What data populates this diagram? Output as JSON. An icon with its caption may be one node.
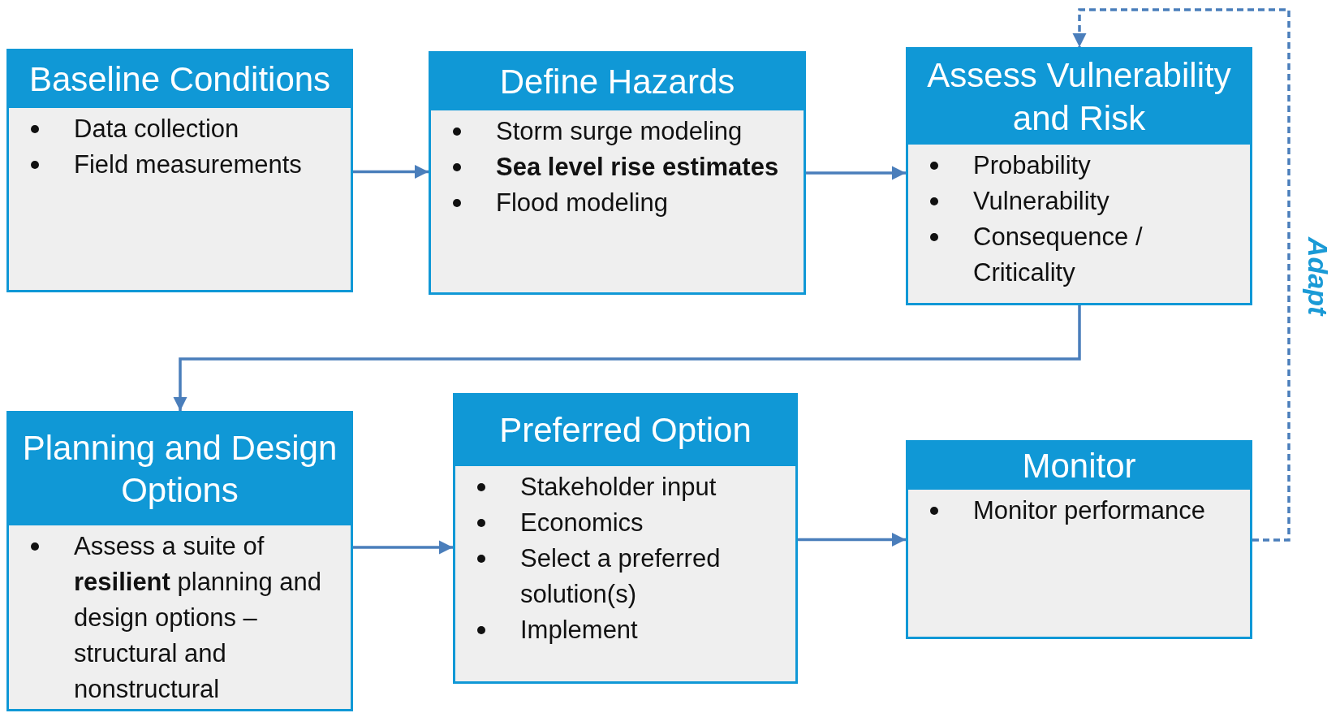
{
  "diagram": {
    "nodes": [
      {
        "text": [
          "Baseline Conditions",
          "Data collection",
          "Field measurements"
        ]
      },
      {
        "text": [
          "Define Hazards",
          "Storm surge modeling",
          "**Sea level rise estimates**",
          "Flood modeling"
        ]
      },
      {
        "text": [
          "Assess Vulnerability and Risk",
          "Probability",
          "Vulnerability",
          "Consequence / Criticality"
        ]
      },
      {
        "text": [
          "Planning and Design Options",
          "Assess a suite of **resilient** planning and design options – structural and nonstructural"
        ]
      },
      {
        "text": [
          "Preferred Option",
          "Stakeholder input",
          "Economics",
          "Select a preferred solution(s)",
          "Implement"
        ]
      },
      {
        "text": [
          "Monitor",
          "Monitor performance"
        ]
      }
    ],
    "edges": [
      {
        "from": 0,
        "to": 1,
        "arrow": "to"
      },
      {
        "from": 1,
        "to": 2,
        "arrow": "to"
      },
      {
        "from": 2,
        "to": 3,
        "arrow": "to"
      },
      {
        "from": 3,
        "to": 4,
        "arrow": "to"
      },
      {
        "from": 4,
        "to": 5,
        "arrow": "to"
      },
      {
        "from": 5,
        "to": 2,
        "arrow": "to",
        "style": "dashed",
        "label": "Adapt"
      }
    ]
  }
}
